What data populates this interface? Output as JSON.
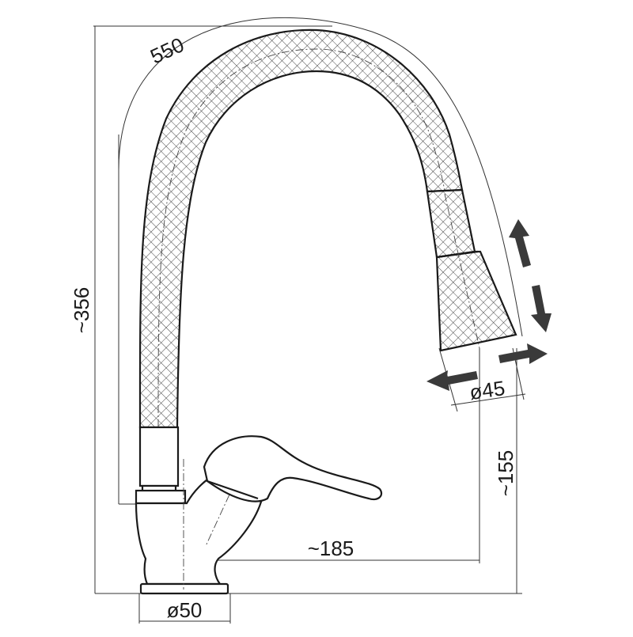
{
  "dimensions": {
    "hose_length": "550",
    "total_height": "~356",
    "spout_height": "~155",
    "reach": "~185",
    "spray_diameter": "ø45",
    "base_diameter": "ø50"
  },
  "icons": {
    "vertical_arrows": "up-down-arrows-icon",
    "horizontal_arrows": "left-right-arrows-icon"
  },
  "colors": {
    "line": "#1a1a1a",
    "arrow": "#3a3a3a"
  }
}
